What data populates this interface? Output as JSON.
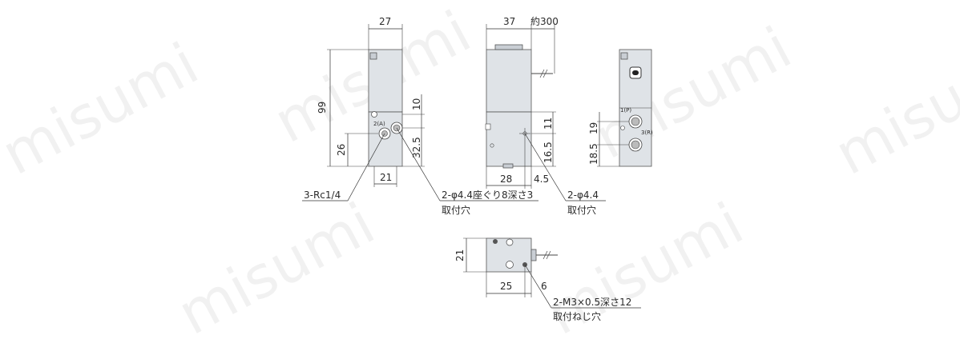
{
  "watermark": "misumi",
  "front_view": {
    "width_27": "27",
    "height_99": "99",
    "dim_10": "10",
    "dim_26": "26",
    "dim_32_5": "32.5",
    "dim_21": "21",
    "port_a": "2(A)"
  },
  "side_view": {
    "width_37": "37",
    "cable": "約300",
    "dim_11": "11",
    "dim_16_5": "16.5",
    "dim_28": "28",
    "dim_4_5": "4.5"
  },
  "right_view": {
    "dim_19": "19",
    "dim_18_5": "18.5",
    "port_p": "1(P)",
    "port_r": "3(R)"
  },
  "bottom_view": {
    "dim_21": "21",
    "dim_25": "25",
    "dim_6": "6"
  },
  "callouts": {
    "rc": "3-Rc1/4",
    "counterbore": "2-φ4.4座ぐり8深さ3",
    "counterbore_sub": "取付穴",
    "hole": "2-φ4.4",
    "hole_sub": "取付穴",
    "thread": "2-M3×0.5深さ12",
    "thread_sub": "取付ねじ穴"
  }
}
